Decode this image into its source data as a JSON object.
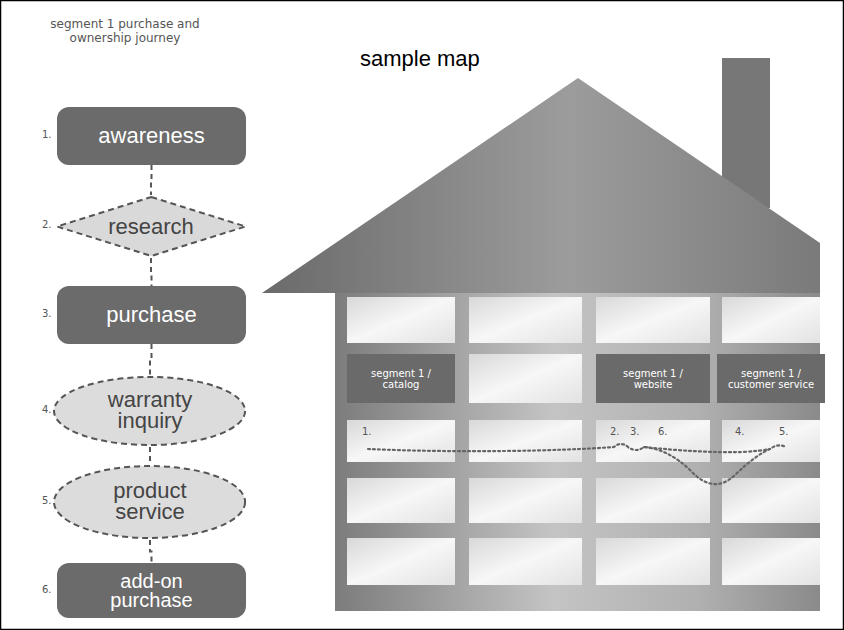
{
  "diagram": {
    "title": "sample map",
    "nodes": [
      {
        "text": [
          "awareness"
        ]
      },
      {
        "text": [
          "research"
        ]
      },
      {
        "text": [
          "purchase"
        ]
      },
      {
        "text": [
          "warranty inquiry"
        ]
      },
      {
        "text": [
          "product service"
        ]
      },
      {
        "text": [
          "add-on purchase"
        ]
      },
      {
        "text": [
          "segment 1 / catalog"
        ]
      },
      {
        "text": [
          "segment 1 / website"
        ]
      },
      {
        "text": [
          "segment 1 / customer service"
        ]
      }
    ],
    "edges": [
      {
        "from": 0,
        "to": 1,
        "arrow": "none"
      },
      {
        "from": 1,
        "to": 2,
        "arrow": "none"
      },
      {
        "from": 2,
        "to": 3,
        "arrow": "none"
      },
      {
        "from": 3,
        "to": 4,
        "arrow": "none"
      },
      {
        "from": 4,
        "to": 5,
        "arrow": "none"
      }
    ],
    "labels": [
      "segment 1 purchase and ownership journey",
      "1.",
      "2.",
      "3.",
      "4.",
      "5.",
      "6.",
      "1.",
      "2.",
      "3.",
      "6.",
      "4.",
      "5."
    ]
  }
}
